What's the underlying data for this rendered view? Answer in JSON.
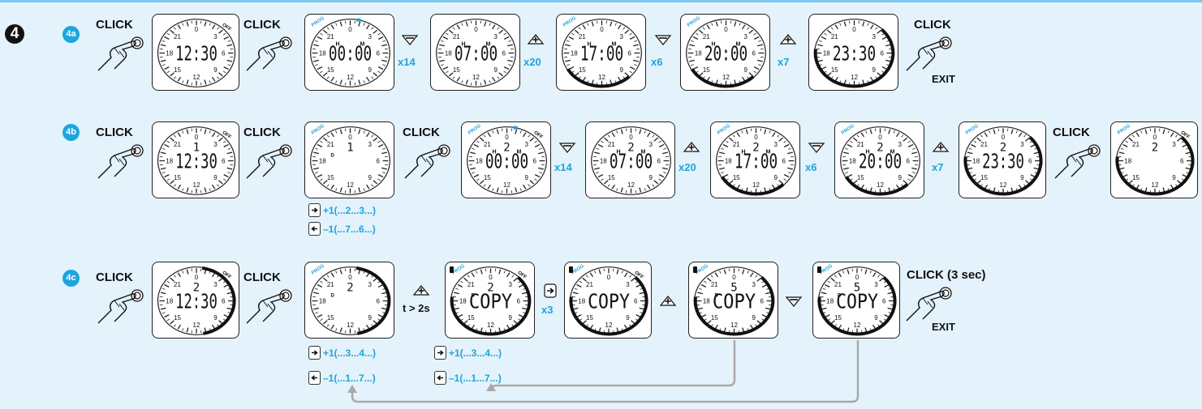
{
  "step": "4",
  "rows": [
    {
      "id": "4a",
      "click1": "CLICK",
      "display1": "12:30",
      "click2": "CLICK",
      "display2": "00:00",
      "mult1": "x14",
      "display3": "07:00",
      "mult2": "x20",
      "display4": "17:00",
      "mult3": "x6",
      "display5": "20:00",
      "mult4": "x7",
      "display6": "23:30",
      "click3": "CLICK",
      "exit": "EXIT"
    },
    {
      "id": "4b",
      "click1": "CLICK",
      "display1": "12:30",
      "display1_day": "1",
      "click2": "CLICK",
      "display2_day": "1",
      "click3": "CLICK",
      "display3": "00:00",
      "display3_day": "2",
      "mult1": "x14",
      "display4": "07:00",
      "display4_day": "2",
      "mult2": "x20",
      "display5": "17:00",
      "display5_day": "2",
      "mult3": "x6",
      "display6": "20:00",
      "display6_day": "2",
      "mult4": "x7",
      "display7": "23:30",
      "display7_day": "2",
      "click4": "CLICK",
      "display8_day": "2",
      "note_plus": "+1(...2...3...)",
      "note_minus": "–1(...7...6...)"
    },
    {
      "id": "4c",
      "click1": "CLICK",
      "display1": "12:30",
      "display1_day": "2",
      "click2": "CLICK",
      "display2_day": "2",
      "t2s": "t > 2s",
      "display3": "COPY",
      "display3_day": "2",
      "mult1": "x3",
      "display4": "COPY",
      "display5": "COPY",
      "display5_day": "5",
      "display6": "COPY",
      "display6_day": "5",
      "click3": "CLICK (3 sec)",
      "exit": "EXIT",
      "note1_plus": "+1(...3...4...)",
      "note1_minus": "–1(...1...7...)",
      "note2_plus": "+1(...3...4...)",
      "note2_minus": "–1(...1...7...)"
    }
  ],
  "dial": {
    "n0": "0",
    "n3": "3",
    "n6": "6",
    "n9": "9",
    "n12": "12",
    "n15": "15",
    "n18": "18",
    "n21": "21",
    "prog": "PROG",
    "off": "OFF",
    "h": "H",
    "m": "M",
    "d": "D"
  },
  "colors": {
    "accent": "#1ca5df",
    "background": "#e3f2fb",
    "ink": "#111111"
  }
}
